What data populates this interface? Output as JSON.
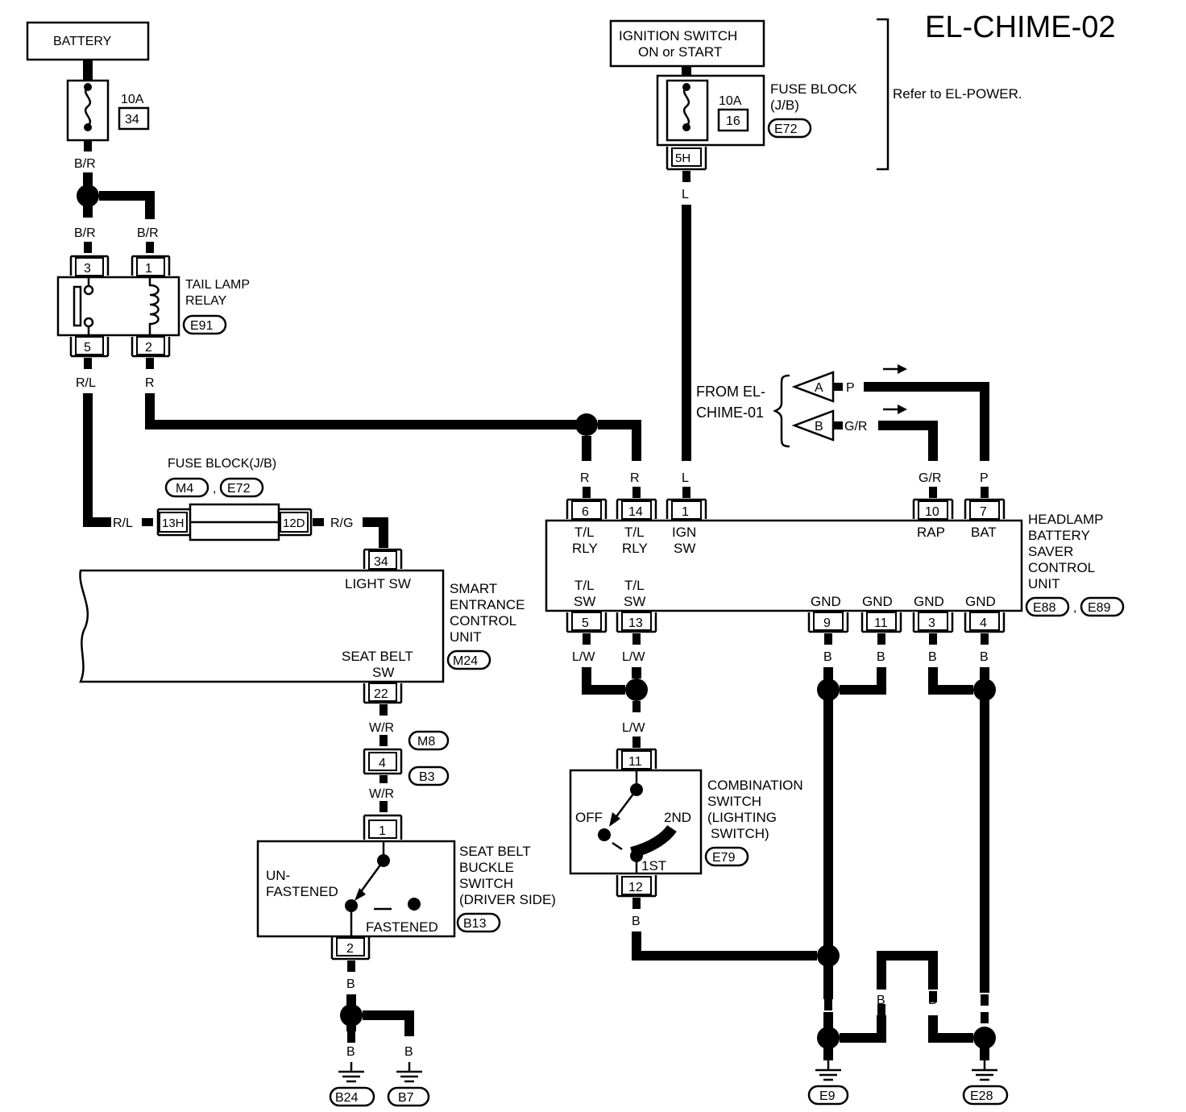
{
  "title": "EL-CHIME-02",
  "battery": {
    "label": "BATTERY",
    "fuse_amp": "10A",
    "fuse_no": "34",
    "wire": "B/R"
  },
  "ignition": {
    "label_1": "IGNITION SWITCH",
    "label_2": "ON or START",
    "fuse_block_1": "FUSE BLOCK",
    "fuse_block_2": "(J/B)",
    "fuse_amp": "10A",
    "fuse_no": "16",
    "connector": "E72",
    "pin": "5H",
    "wire": "L",
    "refer": "Refer to EL-POWER."
  },
  "relay": {
    "label_1": "TAIL LAMP",
    "label_2": "RELAY",
    "connector": "E91",
    "pins": [
      "3",
      "1",
      "5",
      "2"
    ],
    "wires": [
      "B/R",
      "B/R",
      "R/L",
      "R"
    ]
  },
  "jb_fuse": {
    "label": "FUSE BLOCK(J/B)",
    "conn_1": "M4",
    "sep": ",",
    "conn_2": "E72",
    "pin_left": "13H",
    "pin_right": "12D",
    "wire_left": "R/L",
    "wire_right": "R/G"
  },
  "secu": {
    "label_1": "SMART",
    "label_2": "ENTRANCE",
    "label_3": "CONTROL",
    "label_4": "UNIT",
    "connector": "M24",
    "pin_top": "34",
    "pin_top_label": "LIGHT SW",
    "pin_bottom": "22",
    "pin_bottom_label_1": "SEAT BELT",
    "pin_bottom_label_2": "SW"
  },
  "seat_belt": {
    "wire": "W/R",
    "inline_pin": "4",
    "inline_conn_1": "M8",
    "inline_conn_2": "B3",
    "pin_in": "1",
    "pin_out": "2",
    "label_1": "SEAT BELT",
    "label_2": "BUCKLE",
    "label_3": "SWITCH",
    "label_4": "(DRIVER SIDE)",
    "connector": "B13",
    "unfastened_1": "UN-",
    "unfastened_2": "FASTENED",
    "fastened": "FASTENED",
    "ground_wire": "B",
    "grounds": [
      "B24",
      "B7"
    ]
  },
  "from_chime": {
    "label_1": "FROM EL-",
    "label_2": "CHIME-01",
    "a": "A",
    "b": "B",
    "wire_a": "P",
    "wire_b": "G/R"
  },
  "hbs": {
    "label_1": "HEADLAMP",
    "label_2": "BATTERY",
    "label_3": "SAVER",
    "label_4": "CONTROL",
    "label_5": "UNIT",
    "conn_1": "E88",
    "sep": ",",
    "conn_2": "E89",
    "top_pins": [
      {
        "pin": "6",
        "wire": "R",
        "l1": "T/L",
        "l2": "RLY"
      },
      {
        "pin": "14",
        "wire": "R",
        "l1": "T/L",
        "l2": "RLY"
      },
      {
        "pin": "1",
        "wire": "L",
        "l1": "IGN",
        "l2": "SW"
      },
      {
        "pin": "10",
        "wire": "G/R",
        "l1": "RAP",
        "l2": ""
      },
      {
        "pin": "7",
        "wire": "P",
        "l1": "BAT",
        "l2": ""
      }
    ],
    "bottom_pins": [
      {
        "pin": "5",
        "wire": "L/W",
        "l1": "T/L",
        "l2": "SW"
      },
      {
        "pin": "13",
        "wire": "L/W",
        "l1": "T/L",
        "l2": "SW"
      },
      {
        "pin": "9",
        "wire": "B",
        "l1": "GND",
        "l2": ""
      },
      {
        "pin": "11",
        "wire": "B",
        "l1": "GND",
        "l2": ""
      },
      {
        "pin": "3",
        "wire": "B",
        "l1": "GND",
        "l2": ""
      },
      {
        "pin": "4",
        "wire": "B",
        "l1": "GND",
        "l2": ""
      }
    ]
  },
  "combo": {
    "wire": "L/W",
    "pin_in": "11",
    "pin_out": "12",
    "label_1": "COMBINATION",
    "label_2": "SWITCH",
    "label_3": "(LIGHTING",
    "label_4": "SWITCH)",
    "connector": "E79",
    "off": "OFF",
    "second": "2ND",
    "first": "1ST",
    "wire_out": "B"
  },
  "grounds_right": {
    "wire": "B",
    "g1": "E9",
    "g2": "E28"
  }
}
